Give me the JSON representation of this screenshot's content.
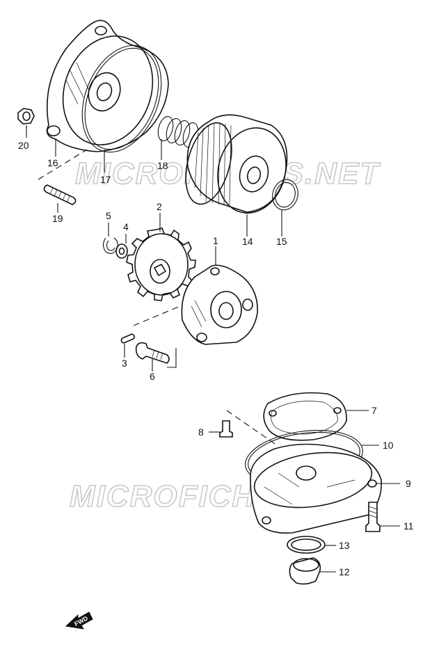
{
  "watermark": "MICROFICHES.NET",
  "fwd_label": "FWD",
  "callouts": {
    "p1": "1",
    "p2": "2",
    "p3": "3",
    "p4": "4",
    "p5": "5",
    "p6": "6",
    "p7": "7",
    "p8": "8",
    "p9": "9",
    "p10": "10",
    "p11": "11",
    "p12": "12",
    "p13": "13",
    "p14": "14",
    "p15": "15",
    "p16": "16",
    "p17": "17",
    "p18": "18",
    "p19": "19",
    "p20": "20"
  }
}
